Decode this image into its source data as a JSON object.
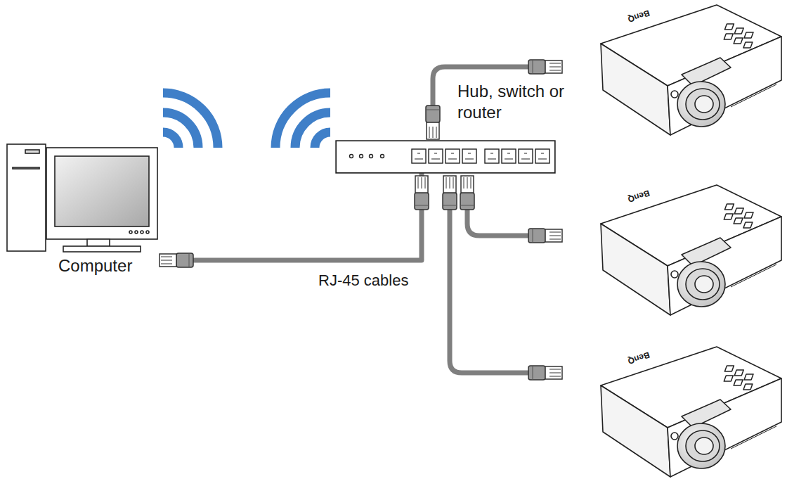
{
  "diagram": {
    "nodes": [
      {
        "text": [
          "Computer"
        ]
      },
      {
        "text": [
          "Hub, switch or router"
        ]
      }
    ],
    "edges": [
      {
        "from": 0,
        "to": 1,
        "arrow": "none"
      }
    ],
    "labels": [
      "RJ-45 cables",
      "BenQ",
      "BenQ",
      "BenQ"
    ]
  }
}
